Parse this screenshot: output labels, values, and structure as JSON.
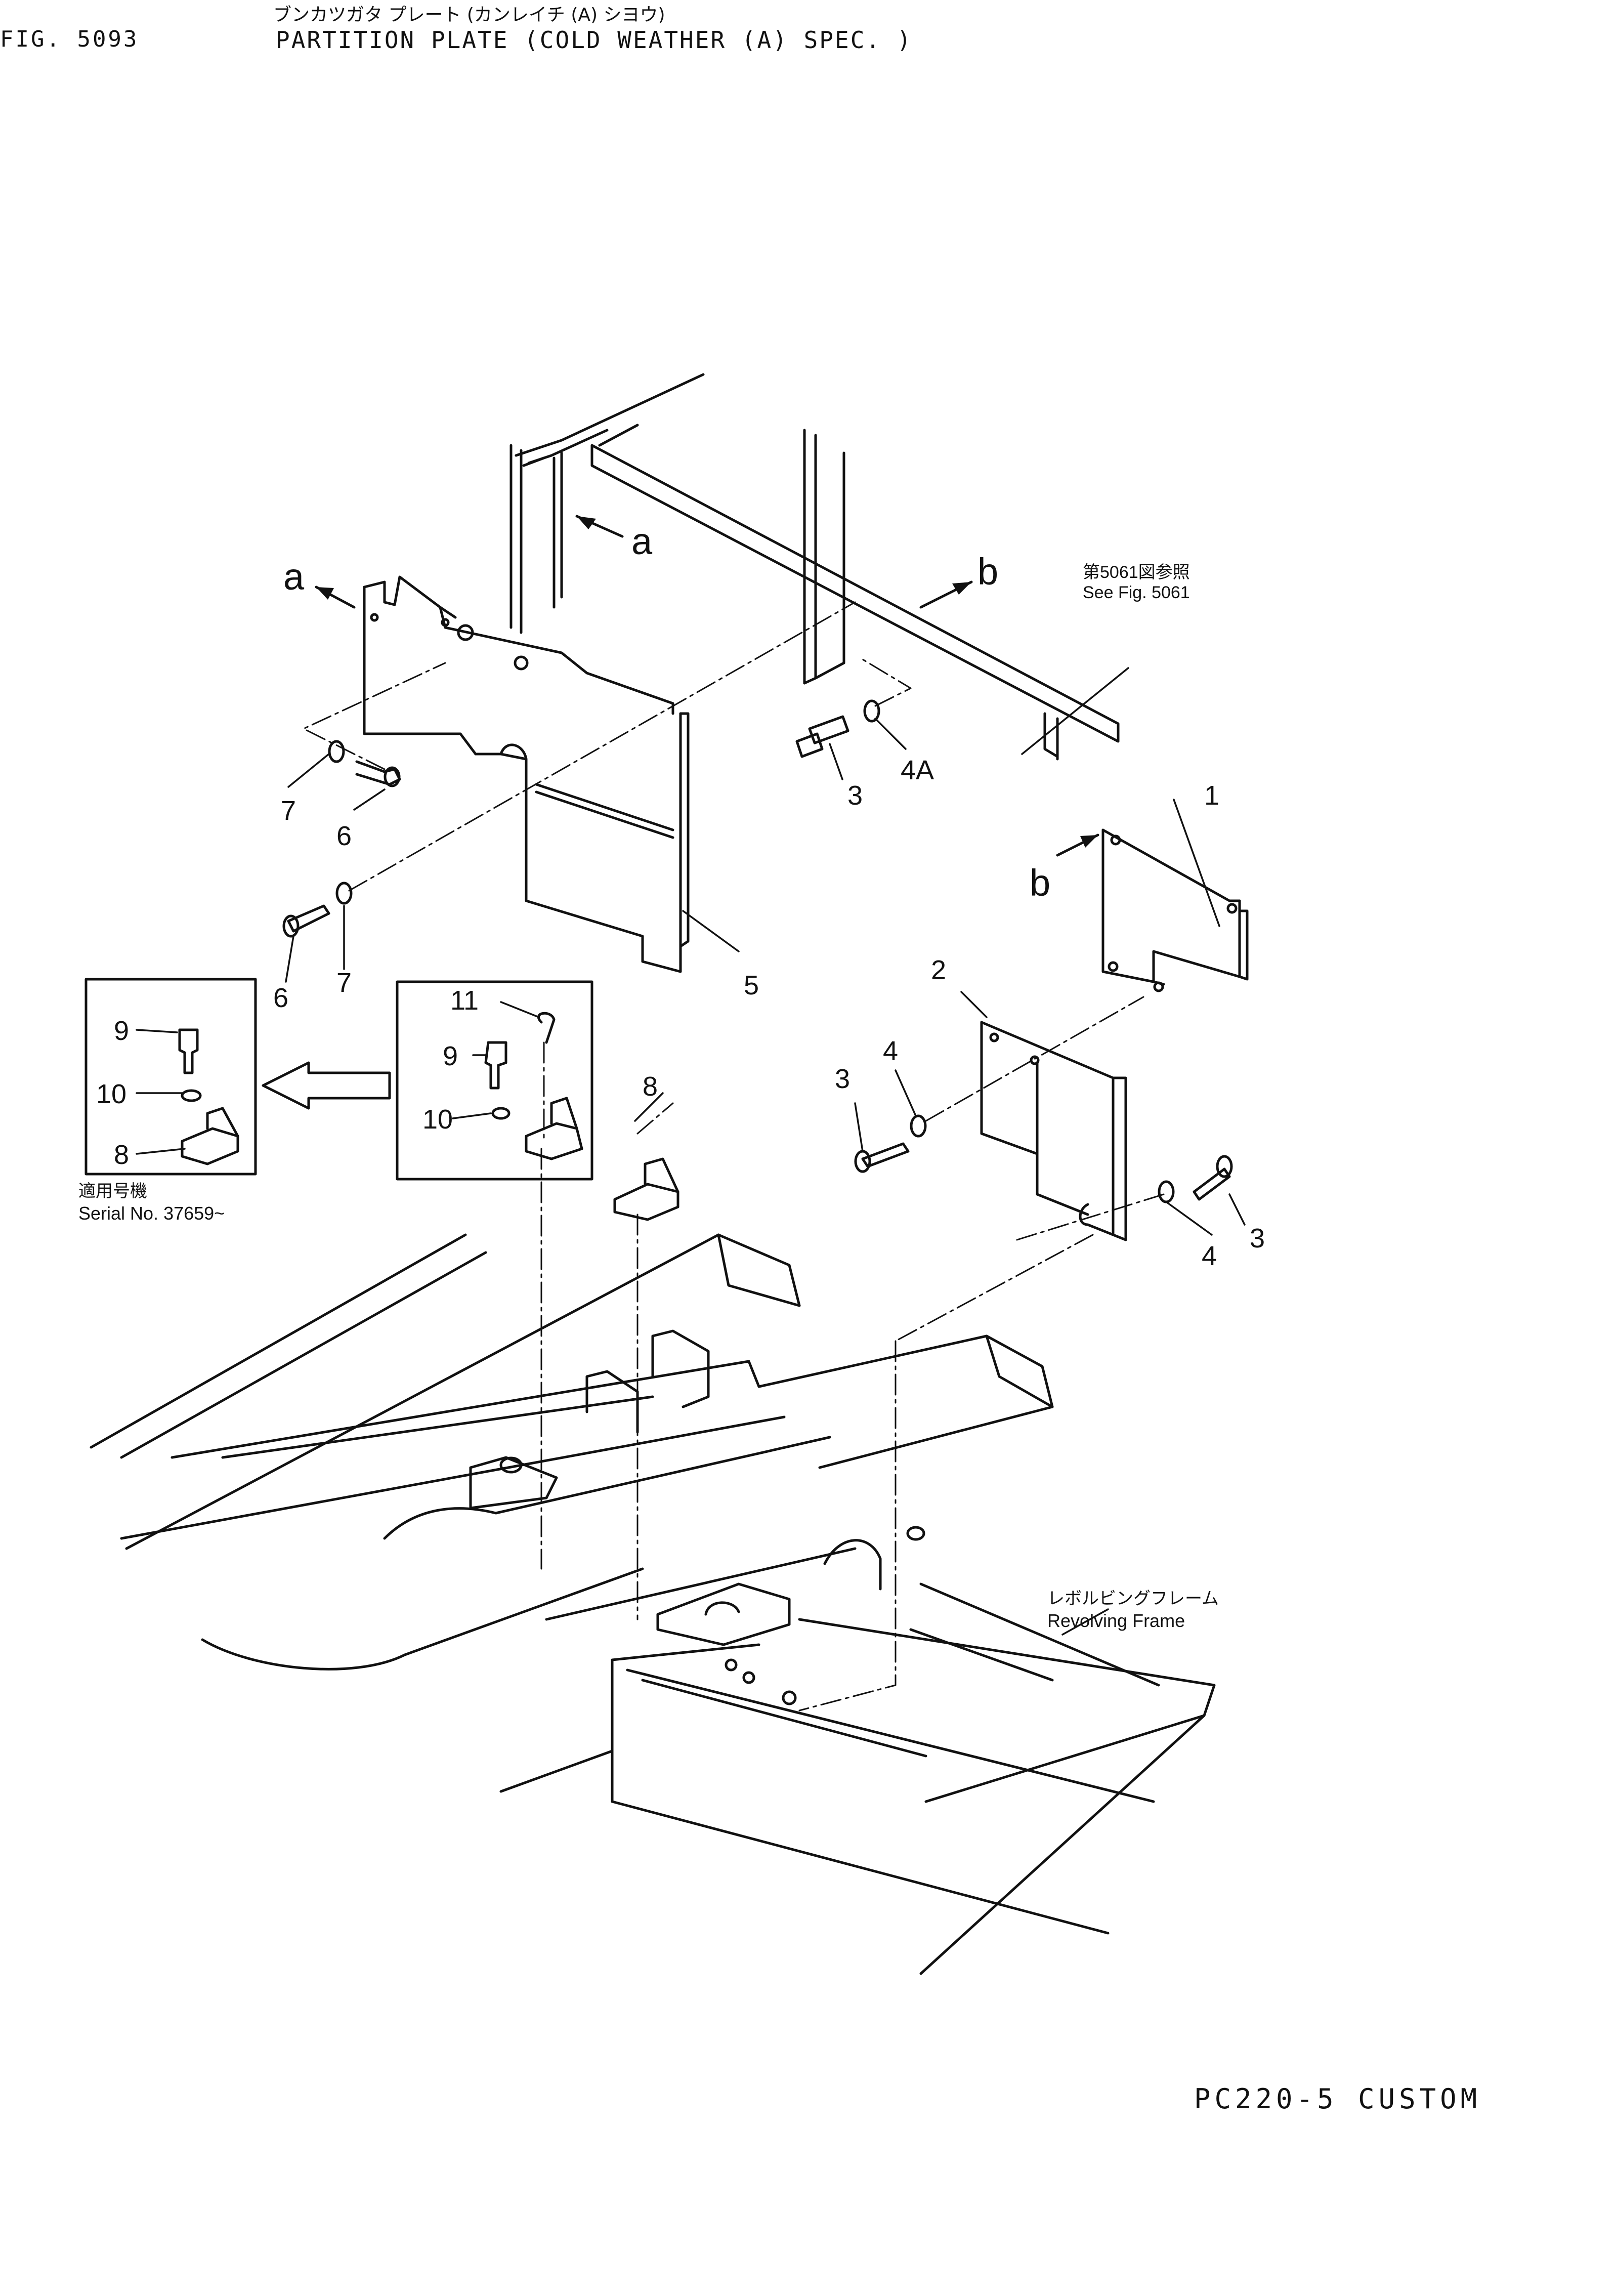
{
  "header": {
    "fig_number": "FIG. 5093",
    "title_kana": "ブンカツガタ プレート (カンレイチ (A) シヨウ)",
    "title_en": "PARTITION PLATE (COLD WEATHER (A) SPEC. )"
  },
  "footer": {
    "model": "PC220-5 CUSTOM"
  },
  "refs": {
    "a": "a",
    "b": "b"
  },
  "see_fig": {
    "jp": "第5061図参照",
    "en": "See Fig. 5061"
  },
  "serial_note": {
    "jp": "適用号機",
    "en": "Serial No. 37659~"
  },
  "frame_label": {
    "jp": "レボルビングフレーム",
    "en": "Revolving Frame"
  },
  "callouts": {
    "p1": "1",
    "p2": "2",
    "p3": "3",
    "p4": "4",
    "p4a": "4A",
    "p5": "5",
    "p6": "6",
    "p7": "7",
    "p8": "8",
    "p9": "9",
    "p10": "10",
    "p11": "11"
  }
}
